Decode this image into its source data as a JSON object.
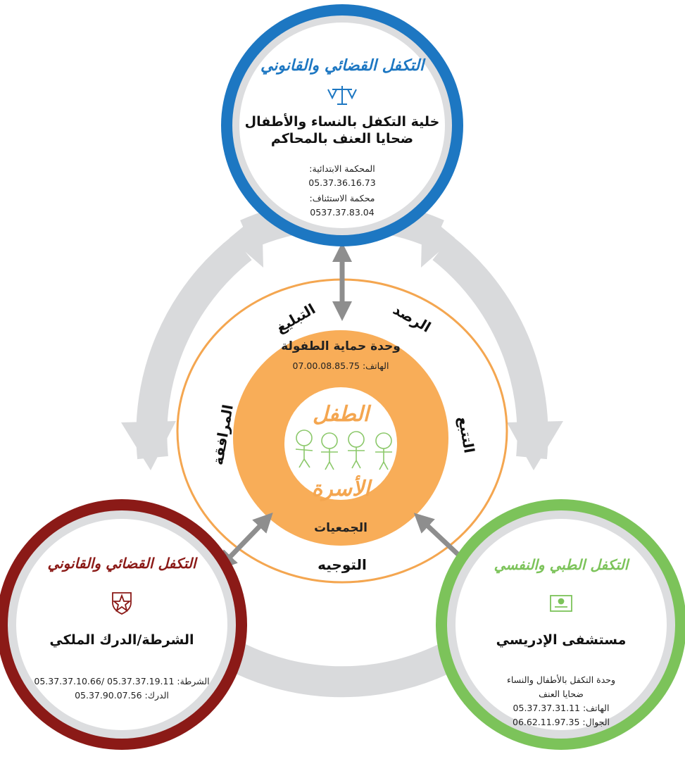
{
  "colors": {
    "judicial_blue": "#1d77c2",
    "police_red": "#8b1a17",
    "medical_green": "#7cc35a",
    "center_orange": "#f8ad58",
    "ring_gray": "#d9dadc",
    "arrow_gray": "#8e8e8e"
  },
  "top_node": {
    "role": "التكفل القضائي والقانوني",
    "icon": "scales-icon",
    "org": "خلية التكفل بالنساء والأطفال ضحايا العنف بالمحاكم",
    "court1_label": "المحكمة الابتدائية:",
    "court1_phone": "05.37.36.16.73",
    "court2_label": "محكمة الاستئناف:",
    "court2_phone": "0537.37.83.04"
  },
  "left_node": {
    "role": "التكفل القضائي والقانوني",
    "icon": "police-shield-icon",
    "org": "الشرطة/الدرك الملكي",
    "line1": "الشرطة: 05.37.37.19.11 /05.37.37.10.66",
    "line2": "الدرك: 05.37.90.07.56"
  },
  "right_node": {
    "role": "التكفل الطبي والنفسي",
    "icon": "medical-card-icon",
    "org": "مستشفى الإدريسي",
    "line1": "وحدة التكفل بالأطفال والنساء",
    "line2": "ضحايا العنف",
    "line3": "الهاتف: 05.37.37.31.11",
    "line4": "الجوال: 06.62.11.97.35"
  },
  "ring_words": {
    "top_left": "التبليغ",
    "top_right": "الرصد",
    "left": "المرافقة",
    "right": "التتبع",
    "bottom": "التوجيه"
  },
  "center": {
    "unit_title": "وحدة حماية الطفولة",
    "unit_phone": "الهاتف: 07.00.08.85.75",
    "child": "الطفل",
    "family": "الأسرة",
    "associations": "الجمعيات",
    "illustration": "children-icon"
  }
}
